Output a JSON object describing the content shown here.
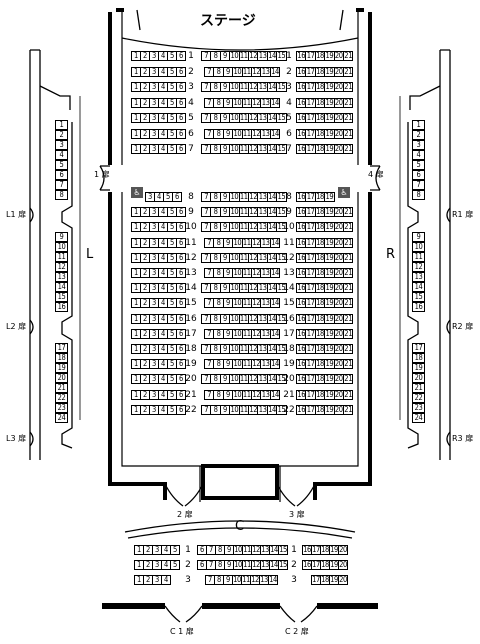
{
  "stage_label": "ステージ",
  "section_labels": {
    "left": "L",
    "right": "R",
    "center": "C"
  },
  "wheelchair_symbol": "♿",
  "wheelchair_icon": "wheelchair-icon",
  "doors": {
    "d1": "1 扉",
    "d4": "4 扉",
    "d2": "2 扉",
    "d3": "3 扉",
    "l1": "L1 扉",
    "l2": "L2 扉",
    "l3": "L3 扉",
    "r1": "R1 扉",
    "r2": "R2 扉",
    "r3": "R3 扉",
    "c1": "C 1 扉",
    "c2": "C 2 扉"
  },
  "main_floor": {
    "row_labels": [
      "1",
      "2",
      "3",
      "4",
      "5",
      "6",
      "7",
      "8",
      "9",
      "10",
      "11",
      "12",
      "13",
      "14",
      "15",
      "16",
      "17",
      "18",
      "19",
      "20",
      "21",
      "22"
    ],
    "left_blocks": [
      [
        "1",
        "2",
        "3",
        "4",
        "5",
        "6"
      ],
      [
        "1",
        "2",
        "3",
        "4",
        "5",
        "6"
      ],
      [
        "1",
        "2",
        "3",
        "4",
        "5",
        "6"
      ],
      [
        "1",
        "2",
        "3",
        "4",
        "5",
        "6"
      ],
      [
        "1",
        "2",
        "3",
        "4",
        "5",
        "6"
      ],
      [
        "1",
        "2",
        "3",
        "4",
        "5",
        "6"
      ],
      [
        "1",
        "2",
        "3",
        "4",
        "5",
        "6"
      ],
      [
        "3",
        "4",
        "5",
        "6"
      ],
      [
        "1",
        "2",
        "3",
        "4",
        "5",
        "6"
      ],
      [
        "1",
        "2",
        "3",
        "4",
        "5",
        "6"
      ],
      [
        "1",
        "2",
        "3",
        "4",
        "5",
        "6"
      ],
      [
        "1",
        "2",
        "3",
        "4",
        "5",
        "6"
      ],
      [
        "1",
        "2",
        "3",
        "4",
        "5",
        "6"
      ],
      [
        "1",
        "2",
        "3",
        "4",
        "5",
        "6"
      ],
      [
        "1",
        "2",
        "3",
        "4",
        "5",
        "6"
      ],
      [
        "1",
        "2",
        "3",
        "4",
        "5",
        "6"
      ],
      [
        "1",
        "2",
        "3",
        "4",
        "5",
        "6"
      ],
      [
        "1",
        "2",
        "3",
        "4",
        "5",
        "6"
      ],
      [
        "1",
        "2",
        "3",
        "4",
        "5",
        "6"
      ],
      [
        "1",
        "2",
        "3",
        "4",
        "5",
        "6"
      ],
      [
        "1",
        "2",
        "3",
        "4",
        "5",
        "6"
      ],
      [
        "1",
        "2",
        "3",
        "4",
        "5",
        "6"
      ]
    ],
    "center_blocks": [
      [
        "7",
        "8",
        "9",
        "10",
        "11",
        "12",
        "13",
        "14",
        "15"
      ],
      [
        "7",
        "8",
        "9",
        "10",
        "11",
        "12",
        "13",
        "14"
      ],
      [
        "7",
        "8",
        "9",
        "10",
        "11",
        "12",
        "13",
        "14",
        "15"
      ],
      [
        "7",
        "8",
        "9",
        "10",
        "11",
        "12",
        "13",
        "14"
      ],
      [
        "7",
        "8",
        "9",
        "10",
        "11",
        "12",
        "13",
        "14",
        "15"
      ],
      [
        "7",
        "8",
        "9",
        "10",
        "11",
        "12",
        "13",
        "14"
      ],
      [
        "7",
        "8",
        "9",
        "10",
        "11",
        "12",
        "13",
        "14",
        "15"
      ],
      [
        "7",
        "8",
        "9",
        "10",
        "11",
        "12",
        "13",
        "14",
        "15"
      ],
      [
        "7",
        "8",
        "9",
        "10",
        "11",
        "12",
        "13",
        "14",
        "15"
      ],
      [
        "7",
        "8",
        "9",
        "10",
        "11",
        "12",
        "13",
        "14",
        "15"
      ],
      [
        "7",
        "8",
        "9",
        "10",
        "11",
        "12",
        "13",
        "14"
      ],
      [
        "7",
        "8",
        "9",
        "10",
        "11",
        "12",
        "13",
        "14",
        "15"
      ],
      [
        "7",
        "8",
        "9",
        "10",
        "11",
        "12",
        "13",
        "14"
      ],
      [
        "7",
        "8",
        "9",
        "10",
        "11",
        "12",
        "13",
        "14",
        "15"
      ],
      [
        "7",
        "8",
        "9",
        "10",
        "11",
        "12",
        "13",
        "14"
      ],
      [
        "7",
        "8",
        "9",
        "10",
        "11",
        "12",
        "13",
        "14",
        "15"
      ],
      [
        "7",
        "8",
        "9",
        "10",
        "11",
        "12",
        "13",
        "14"
      ],
      [
        "7",
        "8",
        "9",
        "10",
        "11",
        "12",
        "13",
        "14",
        "15"
      ],
      [
        "7",
        "8",
        "9",
        "10",
        "11",
        "12",
        "13",
        "14"
      ],
      [
        "7",
        "8",
        "9",
        "10",
        "11",
        "12",
        "13",
        "14",
        "15"
      ],
      [
        "7",
        "8",
        "9",
        "10",
        "11",
        "12",
        "13",
        "14"
      ],
      [
        "7",
        "8",
        "9",
        "10",
        "11",
        "12",
        "13",
        "14",
        "15"
      ]
    ],
    "right_blocks": [
      [
        "16",
        "17",
        "18",
        "19",
        "20",
        "21"
      ],
      [
        "16",
        "17",
        "18",
        "19",
        "20",
        "21"
      ],
      [
        "16",
        "17",
        "18",
        "19",
        "20",
        "21"
      ],
      [
        "16",
        "17",
        "18",
        "19",
        "20",
        "21"
      ],
      [
        "16",
        "17",
        "18",
        "19",
        "20",
        "21"
      ],
      [
        "16",
        "17",
        "18",
        "19",
        "20",
        "21"
      ],
      [
        "16",
        "17",
        "18",
        "19",
        "20",
        "21"
      ],
      [
        "16",
        "17",
        "18",
        "19"
      ],
      [
        "16",
        "17",
        "18",
        "19",
        "20",
        "21"
      ],
      [
        "16",
        "17",
        "18",
        "19",
        "20",
        "21"
      ],
      [
        "16",
        "17",
        "18",
        "19",
        "20",
        "21"
      ],
      [
        "16",
        "17",
        "18",
        "19",
        "20",
        "21"
      ],
      [
        "16",
        "17",
        "18",
        "19",
        "20",
        "21"
      ],
      [
        "16",
        "17",
        "18",
        "19",
        "20",
        "21"
      ],
      [
        "16",
        "17",
        "18",
        "19",
        "20",
        "21"
      ],
      [
        "16",
        "17",
        "18",
        "19",
        "20",
        "21"
      ],
      [
        "16",
        "17",
        "18",
        "19",
        "20",
        "21"
      ],
      [
        "16",
        "17",
        "18",
        "19",
        "20",
        "21"
      ],
      [
        "16",
        "17",
        "18",
        "19",
        "20",
        "21"
      ],
      [
        "16",
        "17",
        "18",
        "19",
        "20",
        "21"
      ],
      [
        "16",
        "17",
        "18",
        "19",
        "20",
        "21"
      ],
      [
        "16",
        "17",
        "18",
        "19",
        "20",
        "21"
      ]
    ]
  },
  "side_balconies": {
    "left": [
      [
        "1",
        "2",
        "3",
        "4",
        "5",
        "6",
        "7",
        "8"
      ],
      [
        "9",
        "10",
        "11",
        "12",
        "13",
        "14",
        "15",
        "16"
      ],
      [
        "17",
        "18",
        "19",
        "20",
        "21",
        "22",
        "23",
        "24"
      ]
    ],
    "right": [
      [
        "1",
        "2",
        "3",
        "4",
        "5",
        "6",
        "7",
        "8"
      ],
      [
        "9",
        "10",
        "11",
        "12",
        "13",
        "14",
        "15",
        "16"
      ],
      [
        "17",
        "18",
        "19",
        "20",
        "21",
        "22",
        "23",
        "24"
      ]
    ]
  },
  "c_section": {
    "row_labels": [
      "1",
      "2",
      "3"
    ],
    "left_blocks": [
      [
        "1",
        "2",
        "3",
        "4",
        "5"
      ],
      [
        "1",
        "2",
        "3",
        "4",
        "5"
      ],
      [
        "1",
        "2",
        "3",
        "4"
      ]
    ],
    "center_blocks": [
      [
        "6",
        "7",
        "8",
        "9",
        "10",
        "11",
        "12",
        "13",
        "14",
        "15"
      ],
      [
        "6",
        "7",
        "8",
        "9",
        "10",
        "11",
        "12",
        "13",
        "14",
        "15"
      ],
      [
        "7",
        "8",
        "9",
        "10",
        "11",
        "12",
        "13",
        "14"
      ]
    ],
    "right_blocks": [
      [
        "16",
        "17",
        "18",
        "19",
        "20"
      ],
      [
        "16",
        "17",
        "18",
        "19",
        "20"
      ],
      [
        "17",
        "18",
        "19",
        "20"
      ]
    ]
  }
}
